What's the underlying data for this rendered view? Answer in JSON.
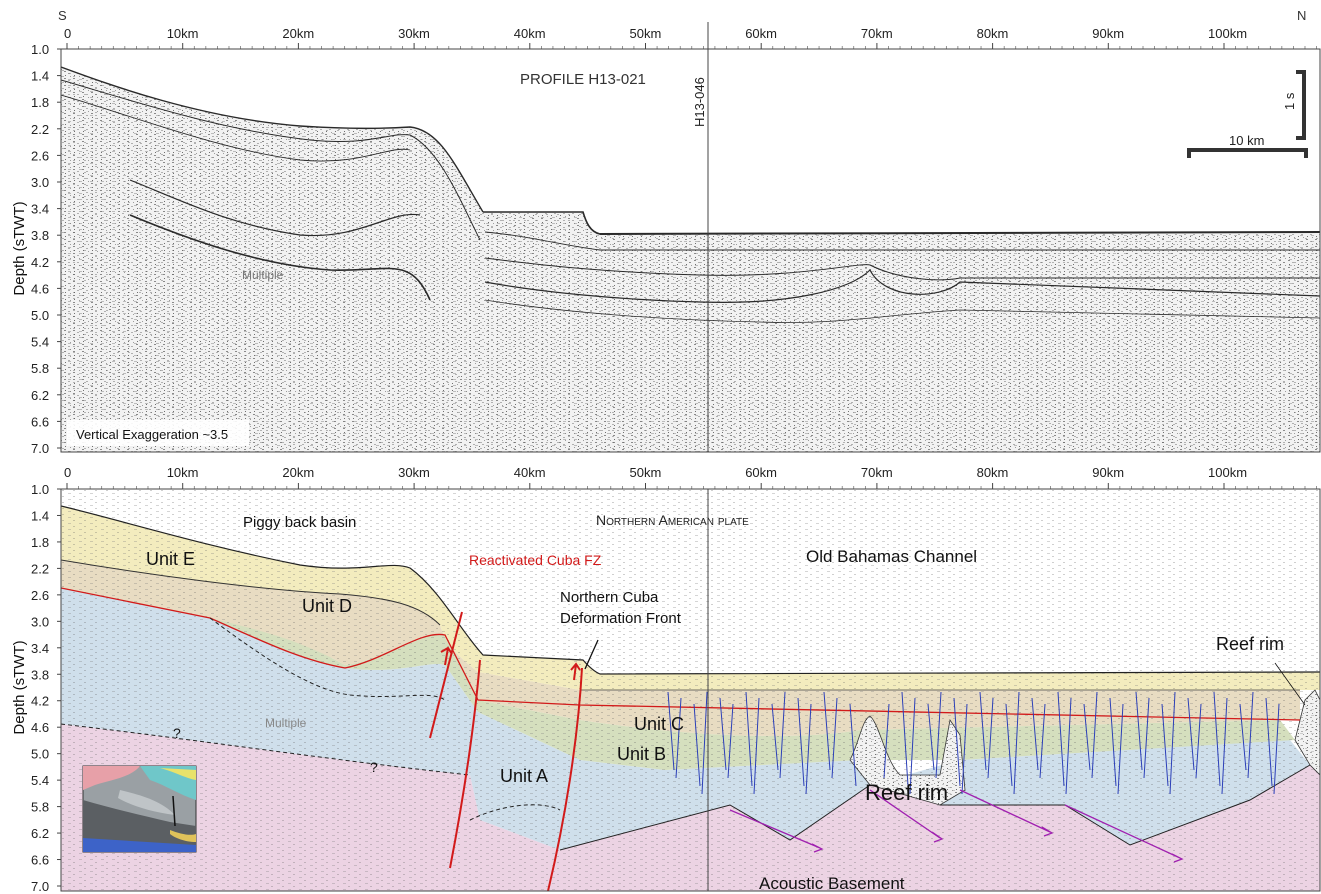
{
  "top_panel": {
    "left_direction": "S",
    "right_direction": "N",
    "profile_title": "PROFILE H13-021",
    "crossline_label": "H13-046",
    "vertical_scale_label": "1 s",
    "horizontal_scale_label": "10 km",
    "multiple_label": "Multiple",
    "exaggeration_label": "Vertical Exaggeration ~3.5"
  },
  "bottom_panel": {
    "piggyback_label": "Piggy back basin",
    "plate_label": "Northern American plate",
    "channel_label": "Old Bahamas Channel",
    "fault_zone_label": "Reactivated Cuba FZ",
    "deformation_front_line1": "Northern Cuba",
    "deformation_front_line2": "Deformation Front",
    "reef_rim_right": "Reef rim",
    "reef_rim_center": "Reef rim",
    "unit_e": "Unit E",
    "unit_d": "Unit D",
    "unit_c": "Unit C",
    "unit_b": "Unit B",
    "unit_a": "Unit A",
    "multiple_label": "Multiple",
    "question_1": "?",
    "question_2": "?",
    "basement_label": "Acoustic Basement"
  },
  "axes": {
    "y_label": "Depth (sTWT)",
    "y_ticks": [
      "1.0",
      "1.4",
      "1.8",
      "2.2",
      "2.6",
      "3.0",
      "3.4",
      "3.8",
      "4.2",
      "4.6",
      "5.0",
      "5.4",
      "5.8",
      "6.2",
      "6.6",
      "7.0"
    ],
    "x_ticks": [
      "0",
      "10km",
      "20km",
      "30km",
      "40km",
      "50km",
      "60km",
      "70km",
      "80km",
      "90km",
      "100km"
    ]
  },
  "colors": {
    "unit_e": "#f3ecbe",
    "unit_d": "#e8dcc2",
    "unit_b": "#d5dfbe",
    "unit_a": "#cfdfeb",
    "basement": "#ecd3e3",
    "fault_red": "#d21a1a",
    "fault_blue": "#2b3fb8",
    "fault_purple": "#a020b0"
  }
}
